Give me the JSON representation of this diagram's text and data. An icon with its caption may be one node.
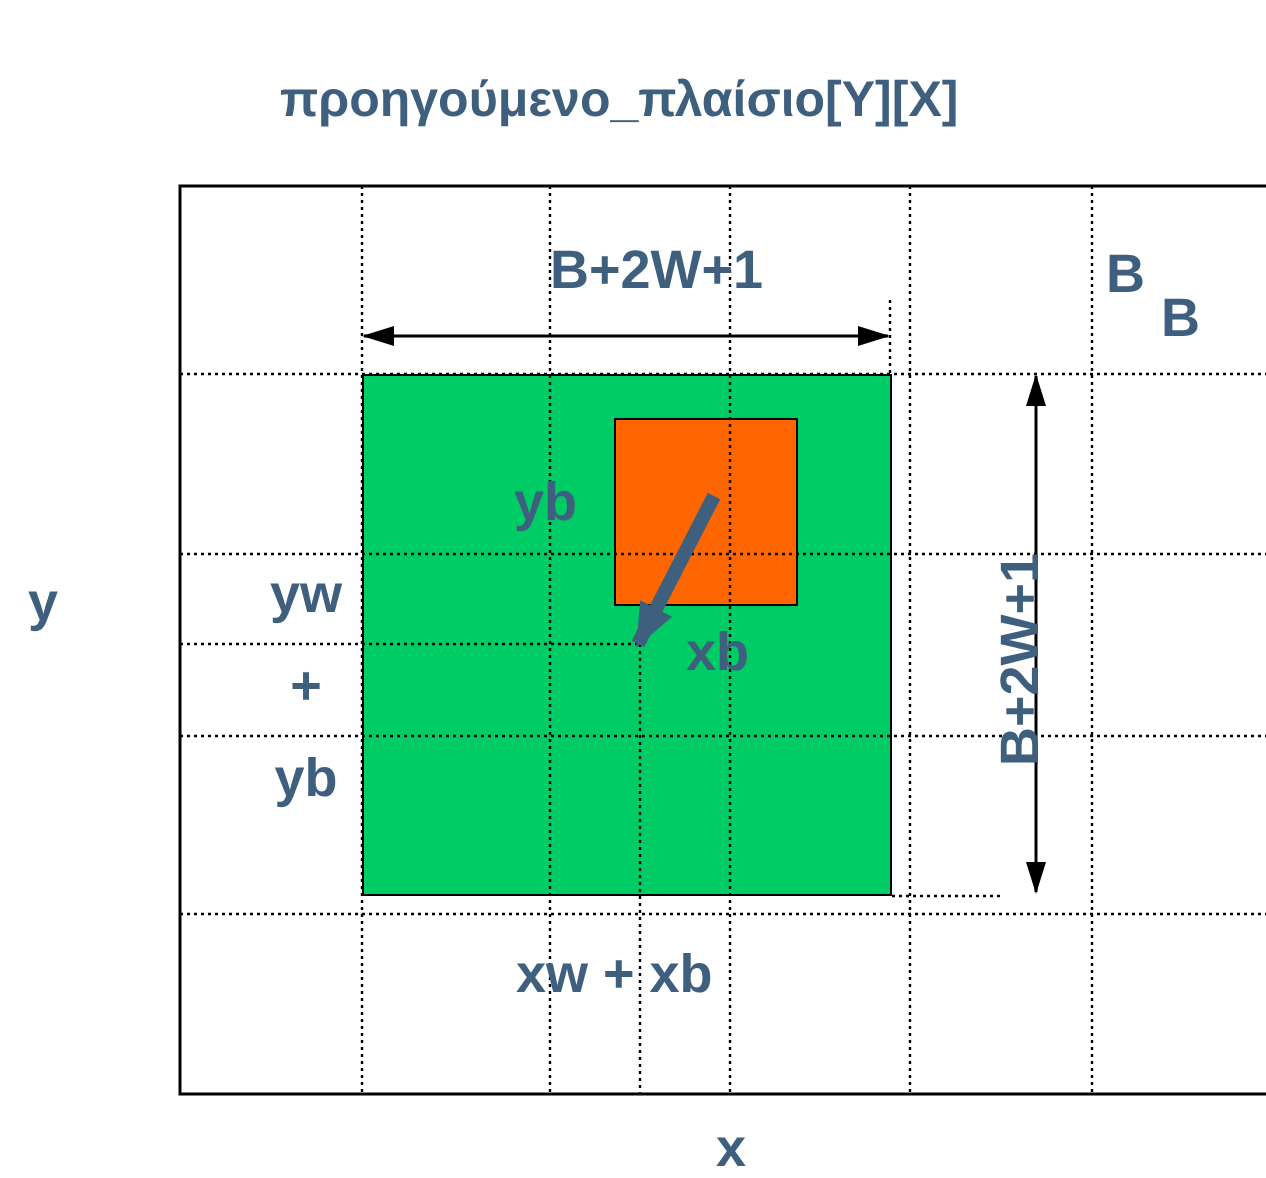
{
  "diagram": {
    "title": "προηγούμενο_πλαίσιο[Y][X]",
    "nodes": [
      {
        "text": [],
        "shape": "box"
      },
      {
        "text": [],
        "shape": "box",
        "in": 0
      }
    ],
    "labels": [
      "B+2W+1",
      "B$_{B}$",
      "y",
      "yb",
      "yw + yb",
      "xb",
      "B+2W+1",
      "xw + xb",
      "x"
    ]
  }
}
